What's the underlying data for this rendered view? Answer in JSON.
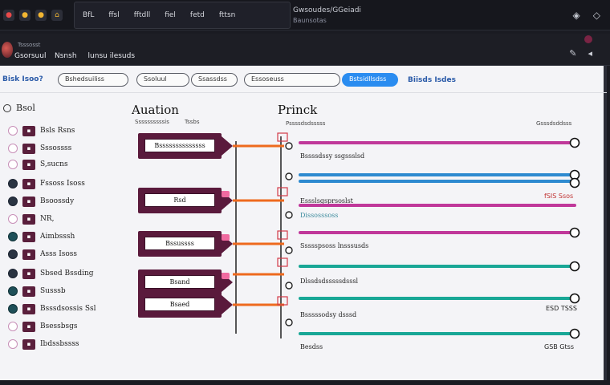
{
  "browser": {
    "tabs": [
      "BfL",
      "ffsl",
      "fftdll",
      "fiel",
      "fetd",
      "fttsn"
    ],
    "url_line1": "Gwsoudes/GGeiadi",
    "url_line2": "Baunsotas"
  },
  "app": {
    "subtitle": "Tsssosst",
    "brand": "Gsorsuul",
    "menu": [
      "Nsnsh",
      "lunsu ilesuds"
    ]
  },
  "toolbar": {
    "label": "Bisk Isoo?",
    "pills": [
      "Bshedsuiliss",
      "Ssoluul",
      "Ssassdss",
      "Essoseuss"
    ],
    "active_pill": "Bstsidllsdss",
    "link": "Biisds Isdes"
  },
  "sidebar": {
    "title": "Bsol",
    "items": [
      {
        "label": "Bsls Rsns"
      },
      {
        "label": "Sssossss"
      },
      {
        "label": "S,sucns"
      },
      {
        "label": "Fssoss Isoss"
      },
      {
        "label": "Bsoossdy"
      },
      {
        "label": "NR,"
      },
      {
        "label": "Aimbsssh"
      },
      {
        "label": "Asss Isoss"
      },
      {
        "label": "Sbsed Bssding"
      },
      {
        "label": "Susssb"
      },
      {
        "label": "Bsssdsossis Ssl"
      },
      {
        "label": "Bsessbsgs"
      },
      {
        "label": "Ibdssbssss"
      }
    ]
  },
  "left_column": {
    "title": "Auation",
    "sub_left": "Ssssssssssis",
    "sub_right": "Tssbs",
    "boxes": [
      "Bssssssssssssss",
      "Rsd",
      "Bssussss",
      "Bsand",
      "Bsaed"
    ]
  },
  "right_column": {
    "title": "Princk",
    "sub_left": "Pssssdsdsssss",
    "sub_right": "Gsssdsddsss",
    "rows": [
      {
        "label": "Bssssdssy ssgssslsd"
      },
      {
        "label": "Essslsgsprsoslst",
        "sub": "Dissosssoss",
        "value": "fSIS Ssos"
      },
      {
        "label": "Ssssspsoss lnsssusds"
      },
      {
        "label": "Dlssdsdsssssdsssl"
      },
      {
        "label": "Bsssssodsy dsssd",
        "value": "ESD TSSS"
      },
      {
        "label": "Besdss",
        "value": "GSB Gtss"
      }
    ]
  },
  "colors": {
    "magenta": "#c0389a",
    "blue": "#2d8ad0",
    "teal": "#19a796",
    "orange": "#ee6a1e",
    "maroon": "#5a1a3c"
  }
}
